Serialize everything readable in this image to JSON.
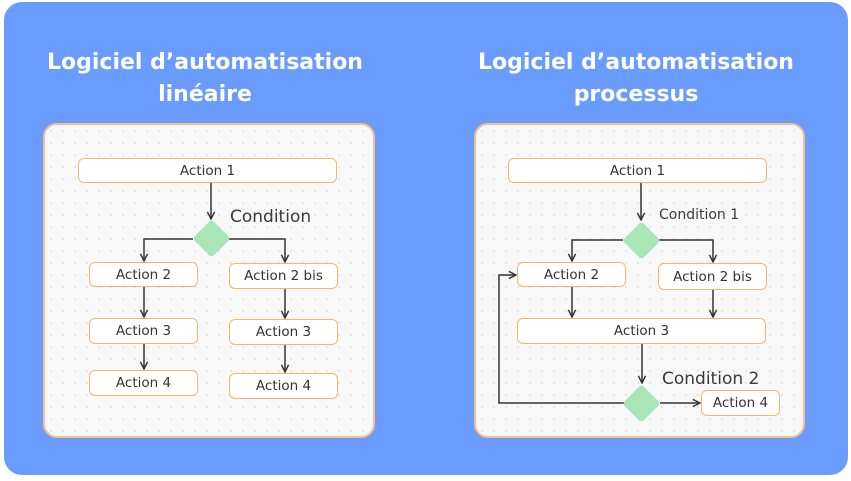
{
  "colors": {
    "background": "#6a9cff",
    "panel_border": "#f5c08a",
    "box_border": "#f2b774",
    "diamond": "#a8e6b8",
    "arrow": "#333333"
  },
  "left": {
    "title_line1": "Logiciel d’automatisation",
    "title_line2": "linéaire",
    "action1": "Action 1",
    "condition": "Condition",
    "action2": "Action 2",
    "action2bis": "Action 2 bis",
    "action3a": "Action 3",
    "action3b": "Action 3",
    "action4a": "Action 4",
    "action4b": "Action 4"
  },
  "right": {
    "title_line1": "Logiciel d’automatisation",
    "title_line2": "processus",
    "action1": "Action 1",
    "condition1": "Condition 1",
    "action2": "Action 2",
    "action2bis": "Action 2 bis",
    "action3": "Action 3",
    "condition2": "Condition 2",
    "action4": "Action 4"
  }
}
